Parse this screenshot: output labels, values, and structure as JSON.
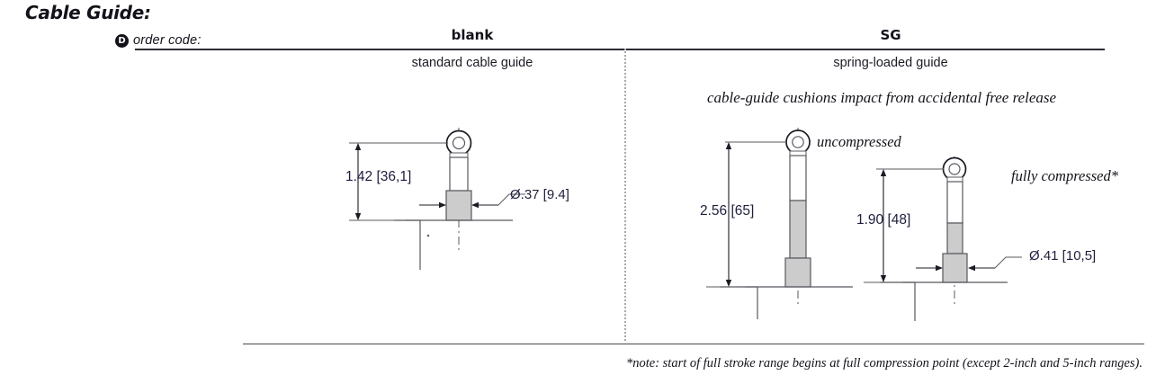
{
  "section": {
    "title": "Cable Guide:"
  },
  "order_code": {
    "badge": "D",
    "label": "order code:"
  },
  "columns": [
    {
      "key": "blank",
      "code": "blank",
      "subtitle": "standard cable guide"
    },
    {
      "key": "sg",
      "code": "SG",
      "subtitle": "spring-loaded guide",
      "description": "cable-guide cushions impact from accidental free release"
    }
  ],
  "drawings": {
    "standard": {
      "height_dim": "1.42 [36,1]",
      "diameter_callout": "Ø.37 [9.4]"
    },
    "spring_uncompressed": {
      "height_dim": "2.56 [65]",
      "state_label": "uncompressed"
    },
    "spring_compressed": {
      "height_dim": "1.90 [48]",
      "state_label": "fully compressed*",
      "diameter_callout": "Ø.41 [10,5]"
    }
  },
  "footnote": {
    "text": "*note: start of full stroke range begins at full compression point (except 2-inch and 5-inch ranges)."
  },
  "colors": {
    "rule": "#2c2c34",
    "divider": "#a8a8ae",
    "dim_text": "#1e1e3c",
    "metal_fill": "#cccccc",
    "outline": "#58585f"
  }
}
